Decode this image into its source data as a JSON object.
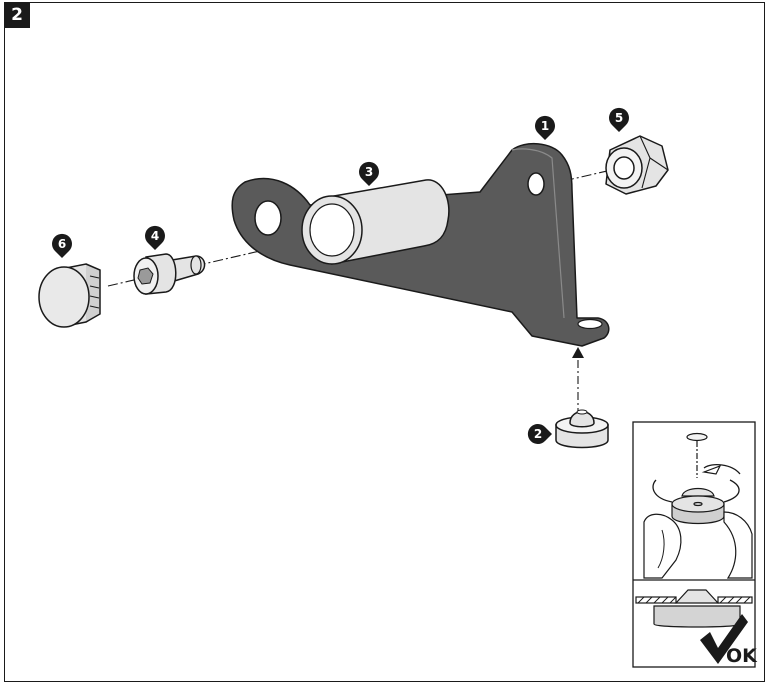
{
  "step_number": "2",
  "callouts": {
    "bracket": "1",
    "bumper": "2",
    "spacer_sleeve": "3",
    "bolt": "4",
    "nut": "5",
    "cap": "6"
  },
  "inset": {
    "ok_label": "OK"
  },
  "colors": {
    "part_dark": "#5a5a5a",
    "part_light": "#e4e4e4",
    "line": "#1a1a1a"
  }
}
